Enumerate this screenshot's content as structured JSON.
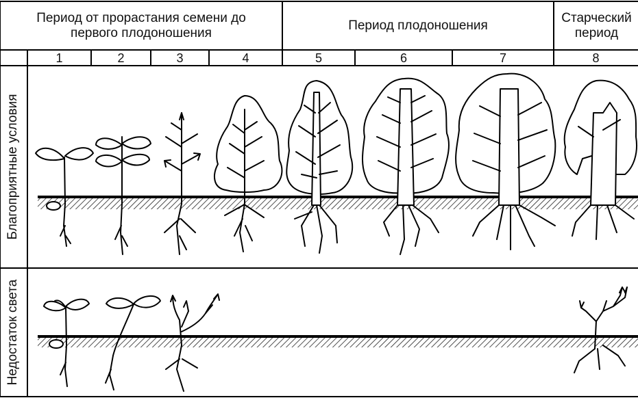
{
  "header": {
    "period_germination": "Период от прорастания семени до\nпервого плодоношения",
    "period_fruiting": "Период плодоношения",
    "period_old_age": "Старческий\nпериод"
  },
  "stages": [
    "1",
    "2",
    "3",
    "4",
    "5",
    "6",
    "7",
    "8"
  ],
  "rows": {
    "favorable": "Благоприятные условия",
    "light_shortage": "Недостаток света"
  }
}
